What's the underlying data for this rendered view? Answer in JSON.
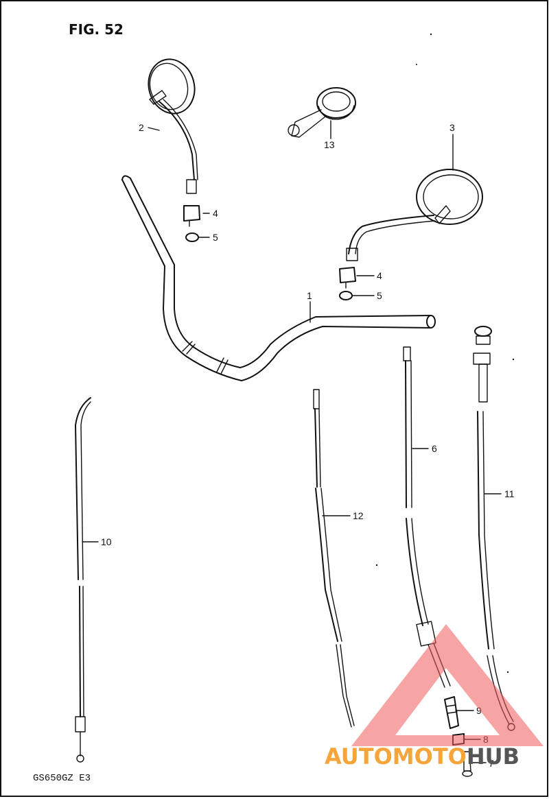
{
  "figure": {
    "title": "FIG. 52",
    "model": "GS650GZ  E3"
  },
  "callouts": [
    {
      "id": "1",
      "text": "1"
    },
    {
      "id": "2",
      "text": "2"
    },
    {
      "id": "3",
      "text": "3"
    },
    {
      "id": "4a",
      "text": "4"
    },
    {
      "id": "5a",
      "text": "5"
    },
    {
      "id": "4b",
      "text": "4"
    },
    {
      "id": "5b",
      "text": "5"
    },
    {
      "id": "6",
      "text": "6"
    },
    {
      "id": "7",
      "text": "7"
    },
    {
      "id": "8",
      "text": "8"
    },
    {
      "id": "9",
      "text": "9"
    },
    {
      "id": "10",
      "text": "10"
    },
    {
      "id": "11",
      "text": "11"
    },
    {
      "id": "12",
      "text": "12"
    },
    {
      "id": "13",
      "text": "13"
    }
  ],
  "watermark": {
    "part1": "AUTO",
    "part2": "MOTO",
    "part3": "HUB",
    "colors": {
      "orange": "#f6a53a",
      "red": "#e8433f",
      "gray": "#555555",
      "triangle": "#f05a5a"
    }
  }
}
